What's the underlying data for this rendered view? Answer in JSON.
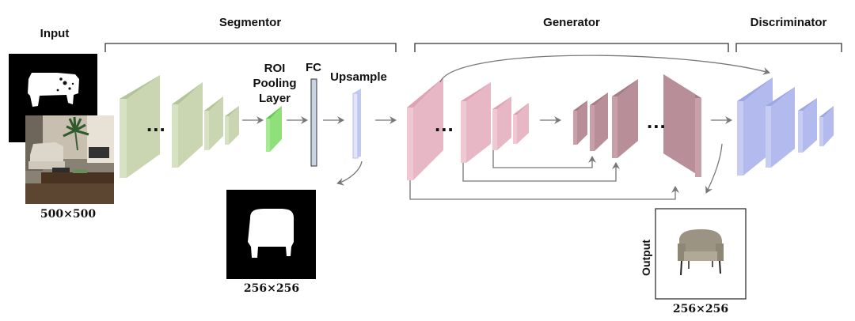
{
  "sections": {
    "segmentor": "Segmentor",
    "generator": "Generator",
    "discriminator": "Discriminator"
  },
  "input": {
    "label": "Input",
    "size": "500×500"
  },
  "layers": {
    "roi": "ROI\nPooling\nLayer",
    "fc": "FC",
    "upsample": "Upsample"
  },
  "mask_output": {
    "size": "256×256"
  },
  "output": {
    "label": "Output",
    "size": "256×256"
  },
  "ellipsis": "...",
  "colors": {
    "segmentor_layers": "#c9d6b1",
    "roi_layer": "#8fe07a",
    "fc_layer": "#c8d4e4",
    "upsample_layer": "#d8dcf6",
    "generator_encoder": "#e8b7c6",
    "generator_decoder": "#b88e98",
    "discriminator_layers": "#b3baee",
    "arrow": "#777777"
  }
}
